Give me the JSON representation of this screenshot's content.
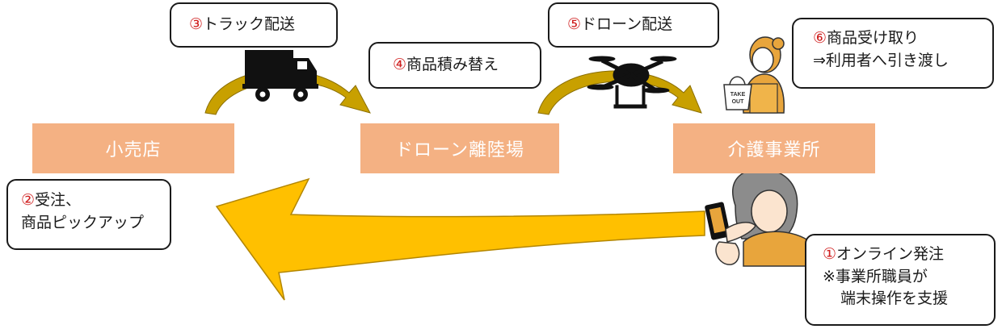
{
  "locations": {
    "store": "小売店",
    "drone_port": "ドローン離陸場",
    "care_facility": "介護事業所"
  },
  "steps": [
    {
      "num": "①",
      "lines": [
        "オンライン発注",
        "※事業所職員が",
        "端末操作を支援"
      ]
    },
    {
      "num": "②",
      "lines": [
        "受注、",
        "商品ピックアップ"
      ]
    },
    {
      "num": "③",
      "lines": [
        "トラック配送"
      ]
    },
    {
      "num": "④",
      "lines": [
        "商品積み替え"
      ]
    },
    {
      "num": "⑤",
      "lines": [
        "ドローン配送"
      ]
    },
    {
      "num": "⑥",
      "lines": [
        "商品受け取り",
        "⇒利用者へ引き渡し"
      ]
    }
  ],
  "bag_text": [
    "TAKE",
    "OUT"
  ],
  "icons": {
    "truck": "truck-icon",
    "drone": "drone-icon",
    "staff": "staff-woman-icon",
    "elder": "elderly-woman-phone-icon"
  },
  "colors": {
    "location_fill": "#f4b183",
    "arrow_fill": "#ffc000",
    "step_number": "#d01f1f"
  }
}
